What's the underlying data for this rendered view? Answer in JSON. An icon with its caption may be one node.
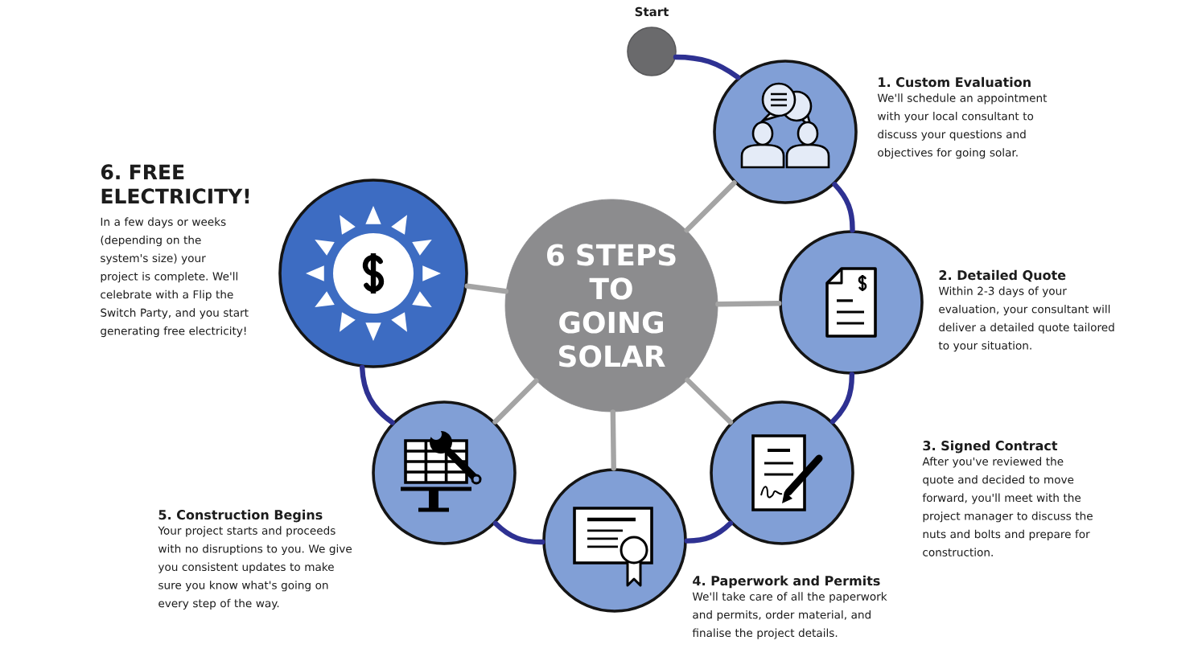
{
  "diagram": {
    "nodes": [
      {
        "text": [],
        "shape": "circle",
        "beside": [
          "Start"
        ]
      },
      {
        "text": [],
        "shape": "circle",
        "beside": [
          "1. Custom Evaluation",
          "We'll schedule an appointment with your local consultant to discuss your questions and objectives for going solar."
        ]
      },
      {
        "text": [],
        "shape": "circle",
        "beside": [
          "2. Detailed Quote",
          "Within 2-3 days of your evaluation, your consultant will deliver a detailed quote tailored to your situation."
        ]
      },
      {
        "text": [],
        "shape": "circle",
        "beside": [
          "3. Signed Contract",
          "After you've reviewed the quote and decided to move forward, you'll meet with the project manager to discuss the nuts and bolts and prepare for construction."
        ]
      },
      {
        "text": [],
        "shape": "circle",
        "beside": [
          "4. Paperwork and Permits",
          "We'll take care of all the paperwork and permits, order material, and finalise the project details."
        ]
      },
      {
        "text": [],
        "shape": "circle",
        "beside": [
          "5. Construction Begins",
          "Your project starts and proceeds with no disruptions to you. We give you consistent updates to make sure you know what's going on every step of the way."
        ]
      },
      {
        "text": [],
        "shape": "circle",
        "beside": [
          "6. FREE ELECTRICITY!",
          "In a few days or weeks (depending on the system's size) your project is complete. We'll celebrate with a Flip the Switch Party, and you start generating free electricity!"
        ]
      },
      {
        "text": [
          "6 STEPS TO GOING SOLAR"
        ]
      }
    ],
    "edges": [
      {
        "from": 0,
        "to": 1,
        "arrow": "none",
        "color": "#2e3192"
      },
      {
        "from": 1,
        "to": 2,
        "arrow": "none",
        "color": "#2e3192"
      },
      {
        "from": 2,
        "to": 3,
        "arrow": "none",
        "color": "#2e3192"
      },
      {
        "from": 3,
        "to": 4,
        "arrow": "none",
        "color": "#2e3192"
      },
      {
        "from": 4,
        "to": 5,
        "arrow": "none",
        "color": "#2e3192"
      },
      {
        "from": 5,
        "to": 6,
        "arrow": "none",
        "color": "#2e3192"
      },
      {
        "from": 7,
        "to": 1,
        "arrow": "none",
        "color": "#a4a4a4"
      },
      {
        "from": 7,
        "to": 2,
        "arrow": "none",
        "color": "#a4a4a4"
      },
      {
        "from": 7,
        "to": 3,
        "arrow": "none",
        "color": "#a4a4a4"
      },
      {
        "from": 7,
        "to": 4,
        "arrow": "none",
        "color": "#a4a4a4"
      },
      {
        "from": 7,
        "to": 5,
        "arrow": "none",
        "color": "#a4a4a4"
      },
      {
        "from": 7,
        "to": 6,
        "arrow": "none",
        "color": "#a4a4a4"
      }
    ]
  }
}
